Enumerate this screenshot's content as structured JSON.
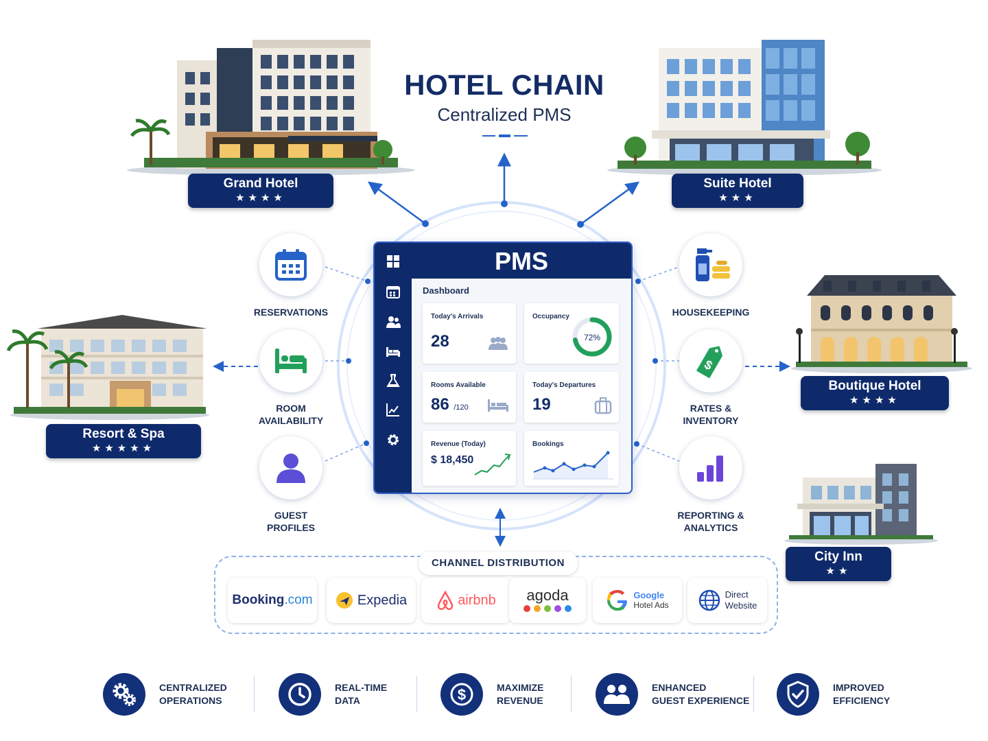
{
  "title": {
    "main": "HOTEL CHAIN",
    "sub": "Centralized PMS"
  },
  "hotels": [
    {
      "name": "Grand Hotel",
      "stars": "★★★★"
    },
    {
      "name": "Suite Hotel",
      "stars": "★★★"
    },
    {
      "name": "Resort & Spa",
      "stars": "★★★★★"
    },
    {
      "name": "Boutique Hotel",
      "stars": "★★★★"
    },
    {
      "name": "City Inn",
      "stars": "★★"
    }
  ],
  "modules": [
    {
      "line1": "RESERVATIONS",
      "line2": "",
      "icon": "calendar-icon",
      "color": "#2563c9"
    },
    {
      "line1": "ROOM",
      "line2": "AVAILABILITY",
      "icon": "bed-icon",
      "color": "#22a05b"
    },
    {
      "line1": "GUEST",
      "line2": "PROFILES",
      "icon": "person-icon",
      "color": "#5b4fd6"
    },
    {
      "line1": "HOUSEKEEPING",
      "line2": "",
      "icon": "cleaning-spray-icon",
      "color": "#1f4fb3"
    },
    {
      "line1": "RATES &",
      "line2": "INVENTORY",
      "icon": "price-tag-icon",
      "color": "#22a05b"
    },
    {
      "line1": "REPORTING &",
      "line2": "ANALYTICS",
      "icon": "bar-chart-icon",
      "color": "#6a45d8"
    }
  ],
  "pms": {
    "title": "PMS",
    "dashboard_label": "Dashboard",
    "sidebar_icons": [
      "grid-icon",
      "calendar-icon",
      "users-icon",
      "bed-icon",
      "flask-icon",
      "line-chart-icon",
      "gear-icon"
    ],
    "cards": {
      "arrivals": {
        "label": "Today's Arrivals",
        "value": "28"
      },
      "occupancy": {
        "label": "Occupancy",
        "value": "72%",
        "fraction": 0.72
      },
      "rooms": {
        "label": "Rooms Available",
        "value": "86",
        "suffix": "/120"
      },
      "departures": {
        "label": "Today's Departures",
        "value": "19"
      },
      "revenue": {
        "label": "Revenue (Today)",
        "value": "$ 18,450"
      },
      "bookings": {
        "label": "Bookings"
      }
    }
  },
  "channel": {
    "title": "CHANNEL DISTRIBUTION",
    "booking": {
      "part1": "Booking",
      "part2": ".com"
    },
    "expedia": "Expedia",
    "airbnb": "airbnb",
    "agoda": "agoda",
    "google": {
      "line1": "Google",
      "line2": "Hotel Ads"
    },
    "direct": {
      "line1": "Direct",
      "line2": "Website"
    }
  },
  "benefits": [
    {
      "line1": "CENTRALIZED",
      "line2": "OPERATIONS",
      "icon": "gears-icon"
    },
    {
      "line1": "REAL-TIME",
      "line2": "DATA",
      "icon": "clock-icon"
    },
    {
      "line1": "MAXIMIZE",
      "line2": "REVENUE",
      "icon": "dollar-icon"
    },
    {
      "line1": "ENHANCED",
      "line2": "GUEST EXPERIENCE",
      "icon": "guests-icon"
    },
    {
      "line1": "IMPROVED",
      "line2": "EFFICIENCY",
      "icon": "shield-check-icon"
    }
  ],
  "colors": {
    "navy": "#0f2a6b",
    "blue": "#2563c9",
    "green": "#22a05b",
    "purple": "#5b4fd6"
  }
}
